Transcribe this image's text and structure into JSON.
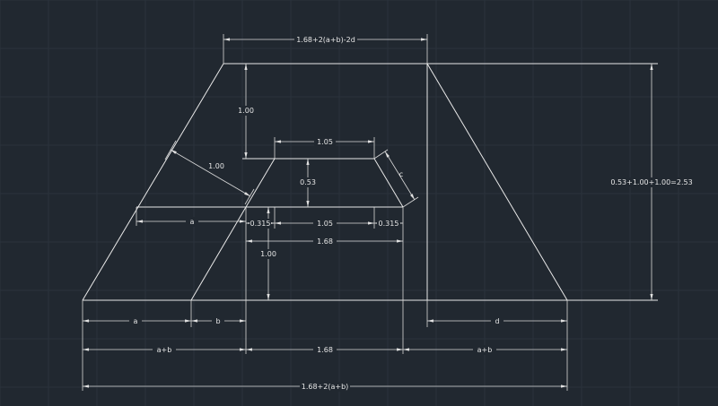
{
  "colors": {
    "background": "#212830",
    "grid": "#2a323c",
    "line": "#e8e8e8",
    "text": "#e6e6e6"
  },
  "dimensions": {
    "top_width": "1.68+2(a+b)-2d",
    "inner_height_left": "1.00",
    "diagonal_1": "1.00",
    "inner_top_width": "1.05",
    "c_label": "c",
    "inner_height_0_53": "0.53",
    "label_a_upper": "a",
    "step_left": "0.315",
    "inner_mid_width": "1.05",
    "step_right": "0.315",
    "width_1_68_upper": "1.68",
    "height_lower_1_00": "1.00",
    "total_height": "0.53+1.00+1.00=2.53",
    "bottom_a": "a",
    "bottom_b": "b",
    "bottom_d": "d",
    "bottom_ab_left": "a+b",
    "bottom_1_68": "1.68",
    "bottom_ab_right": "a+b",
    "total_bottom": "1.68+2(a+b)"
  }
}
